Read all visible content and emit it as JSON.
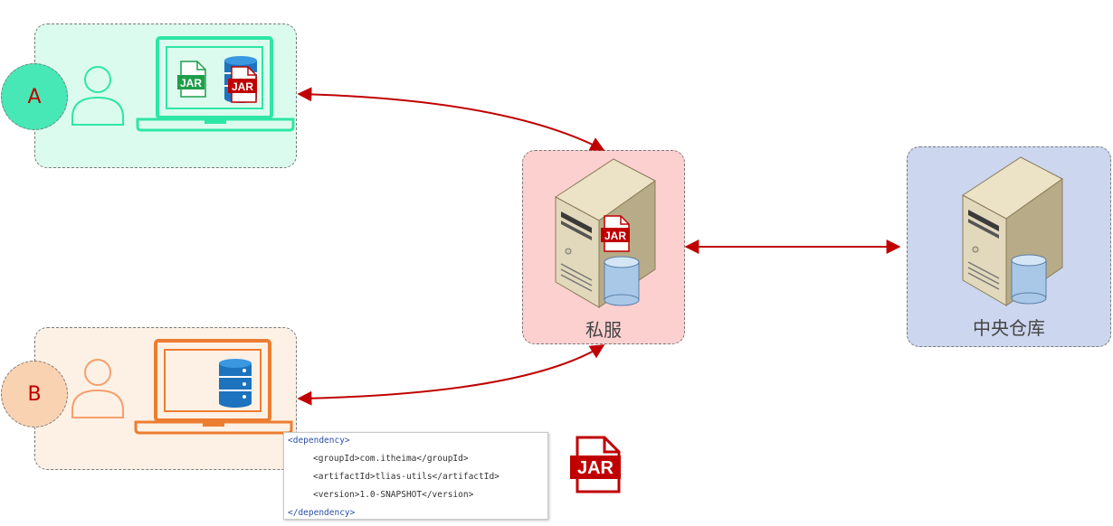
{
  "nodes": {
    "a": {
      "badge": "A"
    },
    "b": {
      "badge": "B"
    },
    "private_server": {
      "label": "私服"
    },
    "central_repo": {
      "label": "中央仓库"
    }
  },
  "icons": {
    "jar": "JAR"
  },
  "dependency_snippet": {
    "open": "<dependency>",
    "group_id": "<groupId>com.itheima</groupId>",
    "artifact_id": "<artifactId>tlias-utils</artifactId>",
    "version": "<version>1.0-SNAPSHOT</version>",
    "close": "</dependency>"
  },
  "colors": {
    "a_box": "#dcfbef",
    "a_badge": "#47e8b5",
    "a_laptop": "#2ee6a6",
    "b_box": "#fdf1e5",
    "b_badge": "#f9d2b2",
    "b_laptop": "#ed7d31",
    "private_server_box": "#fdd0d0",
    "central_repo_box": "#cdd6ef",
    "arrow": "#c00000",
    "jar_red": "#c00000",
    "jar_green": "#1f9e4a",
    "database_blue": "#1e73be"
  }
}
